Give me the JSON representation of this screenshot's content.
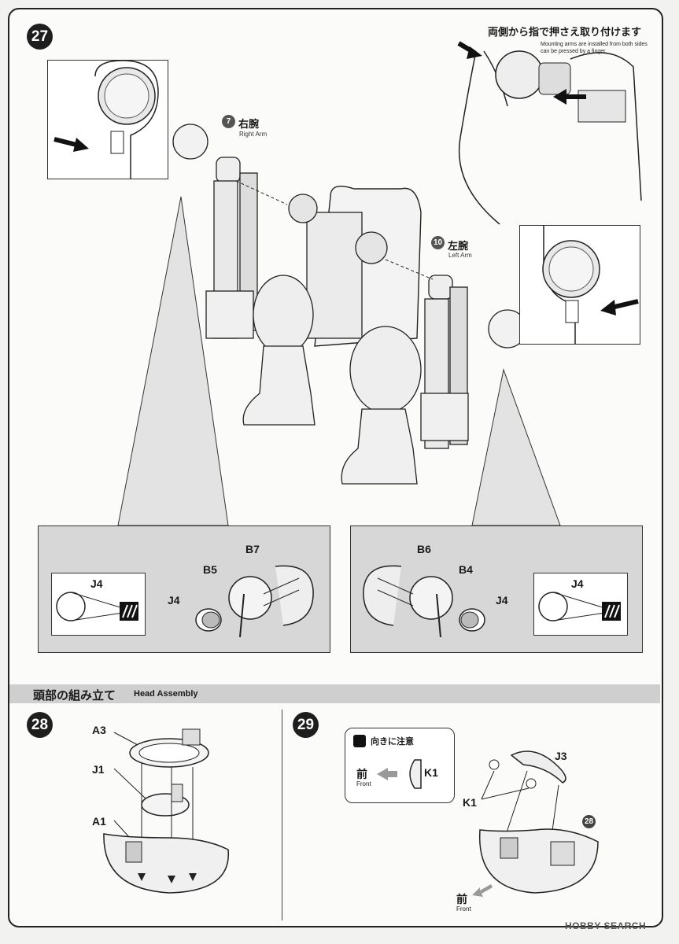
{
  "step27": {
    "number": "27",
    "instruction_jp": "両側から指で押さえ取り付けます",
    "instruction_en": "Mounting arms are installed from both sides can be pressed by a finger.",
    "right_arm": {
      "part_no": "7",
      "label_jp": "右腕",
      "label_en": "Right Arm"
    },
    "left_arm": {
      "part_no": "10",
      "label_jp": "左腕",
      "label_en": "Left Arm"
    },
    "left_detail": {
      "j4": "J4",
      "b5": "B5",
      "b7": "B7",
      "j4_part": "J4"
    },
    "right_detail": {
      "j4": "J4",
      "b6": "B6",
      "b4": "B4",
      "j4_part": "J4"
    }
  },
  "section": {
    "title_jp": "頭部の組み立て",
    "title_en": "Head Assembly"
  },
  "step28": {
    "number": "28",
    "a3": "A3",
    "j1": "J1",
    "a1": "A1"
  },
  "step29": {
    "number": "29",
    "caution_jp": "向きに注意",
    "front_jp": "前",
    "front_en": "Front",
    "k1_box": "K1",
    "j3": "J3",
    "k1": "K1",
    "ref_step": "28",
    "front_jp_bottom": "前",
    "front_en_bottom": "Front"
  },
  "watermark": "HOBBY SEARCH",
  "colors": {
    "ink": "#1a1a1a",
    "panel": "#d7d7d7",
    "bar": "#cfcfcf"
  }
}
